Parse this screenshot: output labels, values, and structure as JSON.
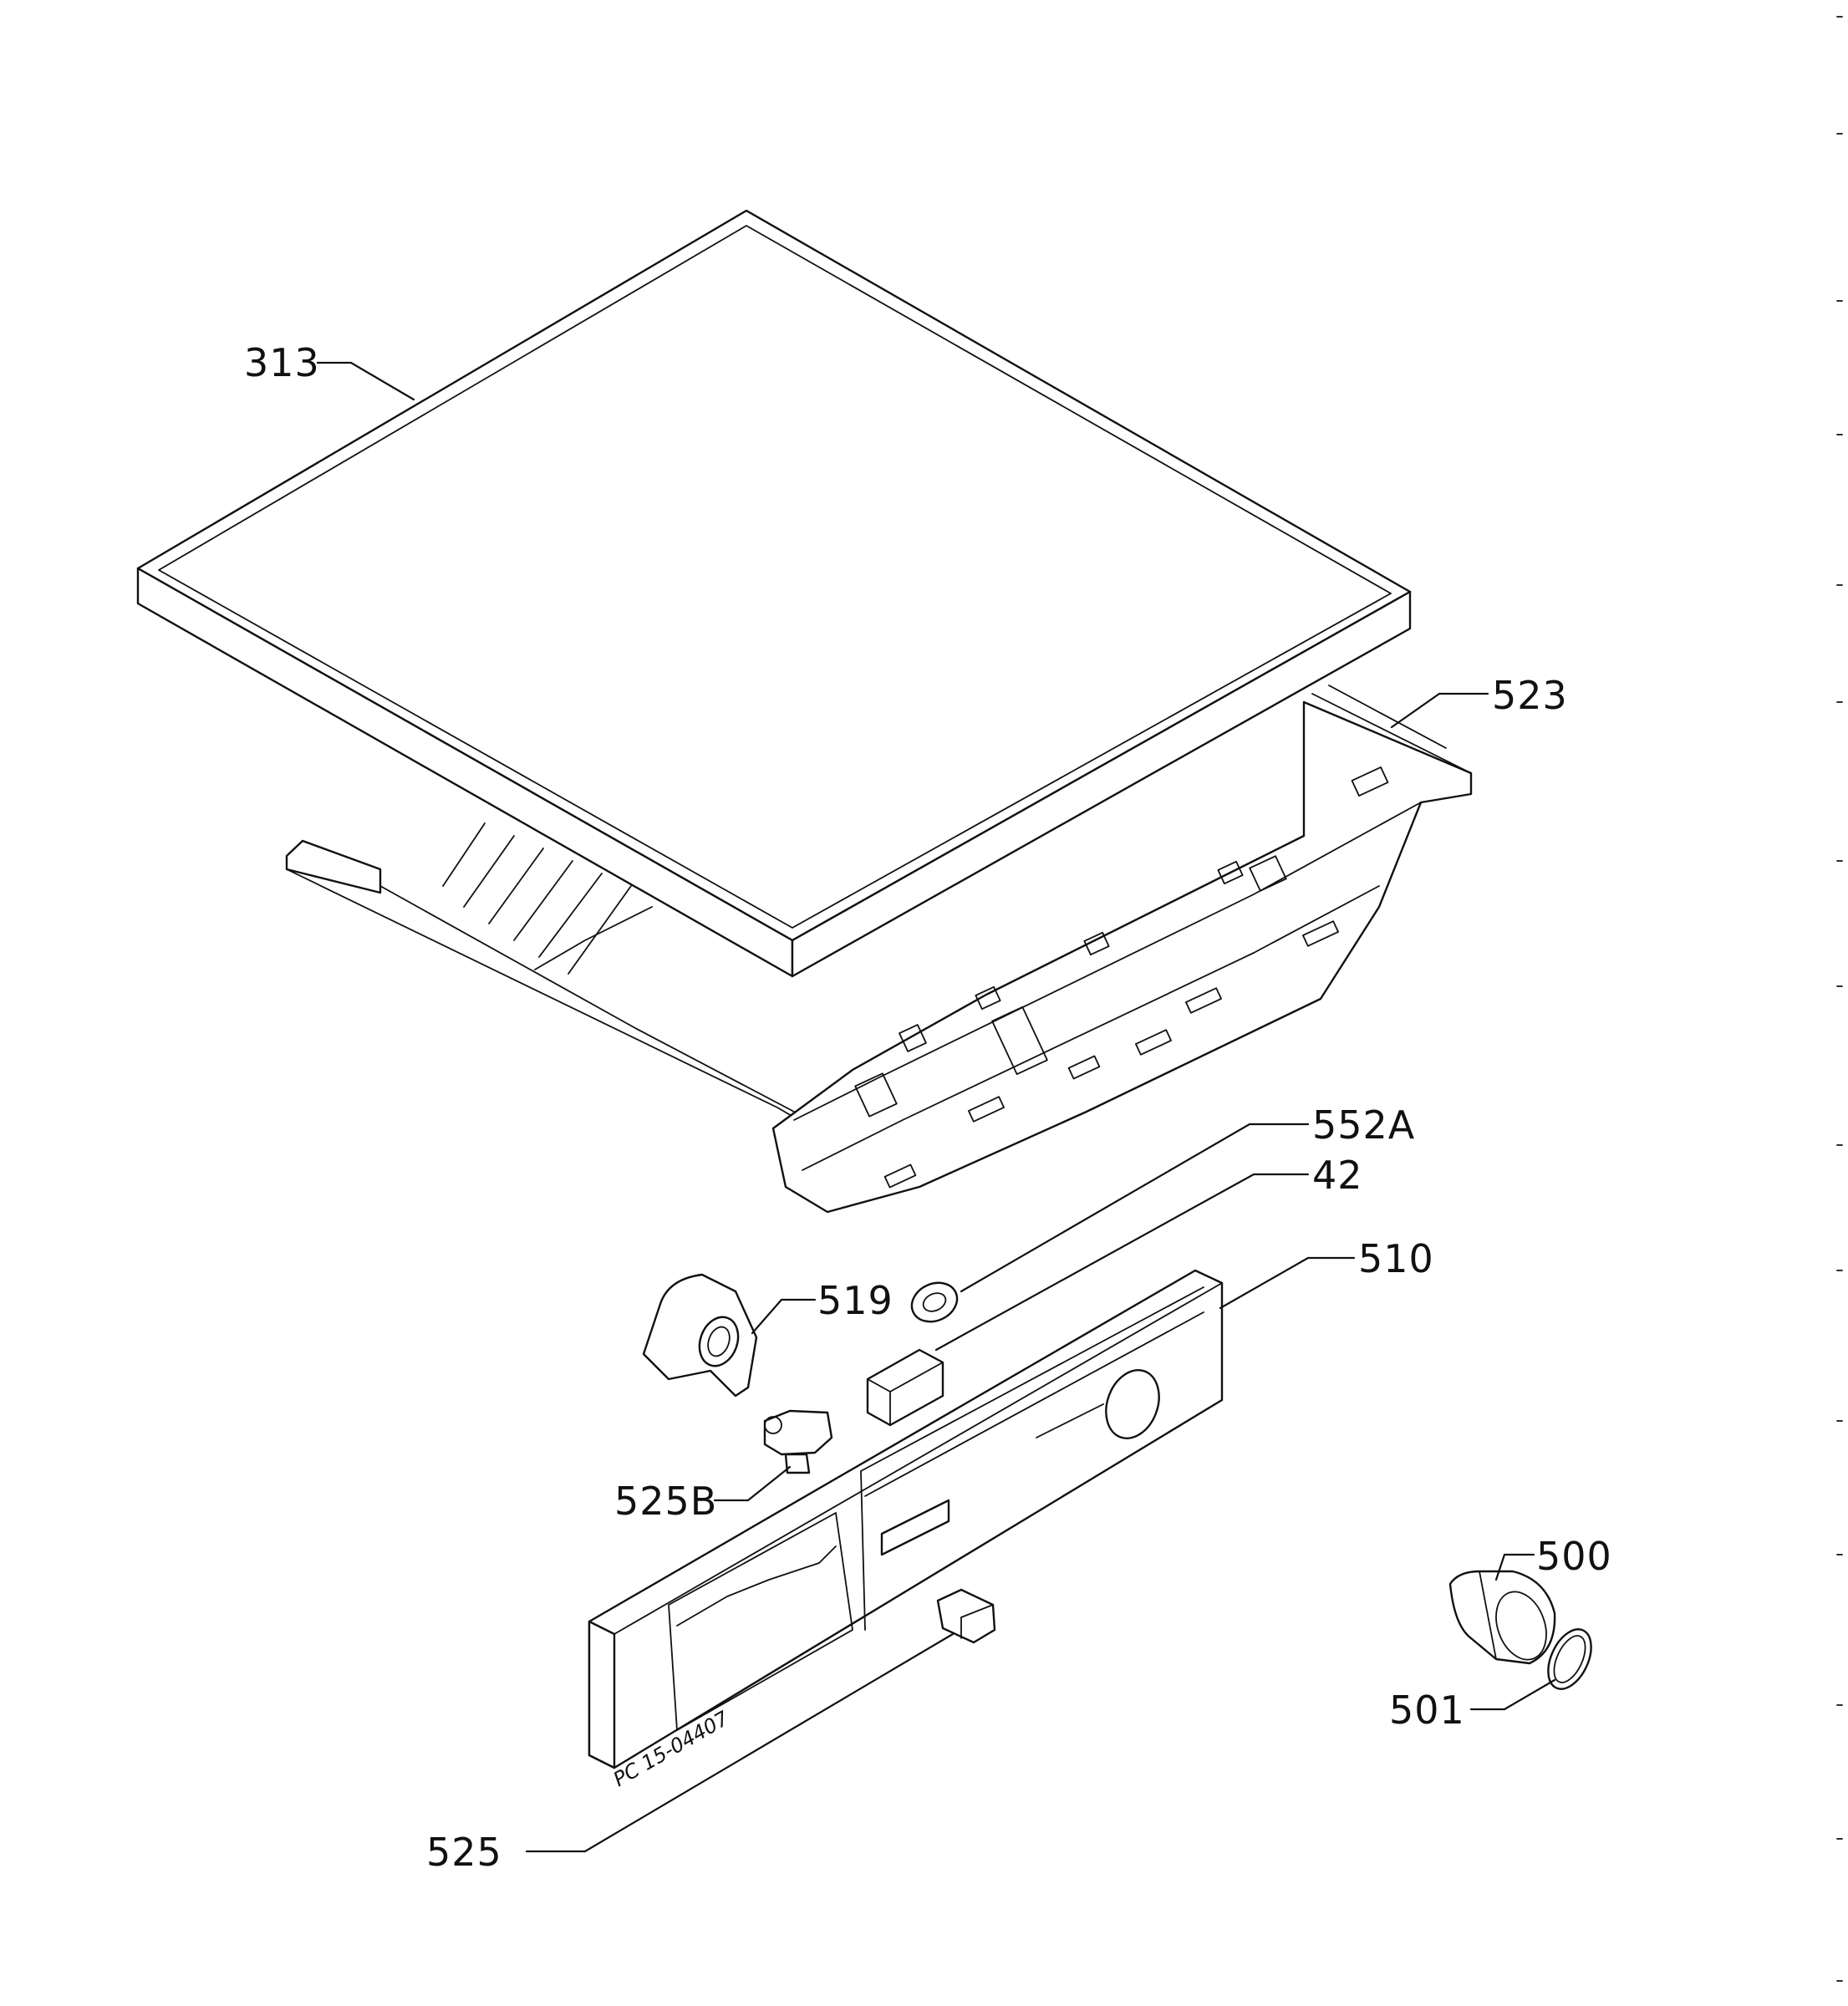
{
  "labels": {
    "p313": "313",
    "p523": "523",
    "p552a": "552A",
    "p42": "42",
    "p510": "510",
    "p519": "519",
    "p525b": "525B",
    "p500": "500",
    "p501": "501",
    "p525": "525"
  },
  "stamp": "PC 15-04407"
}
